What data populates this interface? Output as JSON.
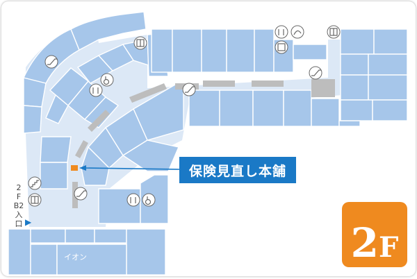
{
  "floor": {
    "number": "2",
    "suffix": "F"
  },
  "callout": {
    "label": "保険見直し本舗"
  },
  "entrance": {
    "line1": "2",
    "line2": "F",
    "line3": "B2",
    "line4": "入",
    "line5": "口"
  },
  "anchor_store": {
    "label": "イオン"
  },
  "colors": {
    "store": "#a6c6ea",
    "corridor": "#dce8f6",
    "highlight": "#ef8a1f",
    "callout": "#1a79c6",
    "escalator": "#bdbdbd"
  },
  "icons": [
    "escalator-icon",
    "restroom-icon",
    "accessible-icon",
    "elevator-icon",
    "baby-room-icon",
    "stairs-icon"
  ]
}
